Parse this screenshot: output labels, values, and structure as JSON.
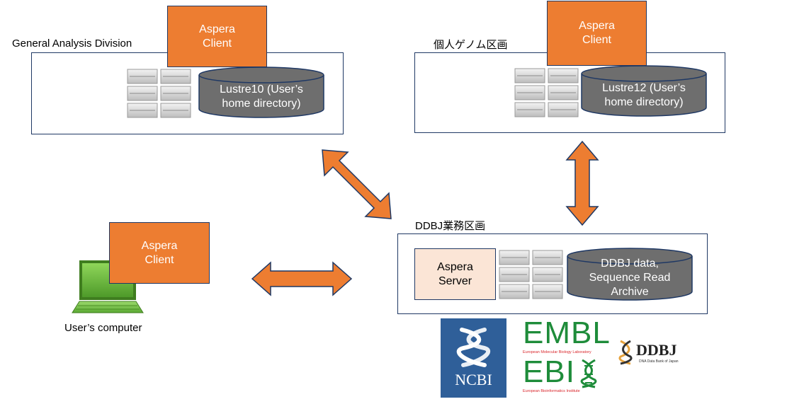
{
  "general_division": {
    "label": "General Analysis Division",
    "aspera_line1": "Aspera",
    "aspera_line2": "Client",
    "storage_line1": "Lustre10 (User’s",
    "storage_line2": "home directory)"
  },
  "personal_genome": {
    "label": "個人ゲノム区画",
    "aspera_line1": "Aspera",
    "aspera_line2": "Client",
    "storage_line1": "Lustre12 (User’s",
    "storage_line2": "home directory)"
  },
  "ddbj_division": {
    "label": "DDBJ業務区画",
    "server_line1": "Aspera",
    "server_line2": "Server",
    "storage_line1": "DDBJ data,",
    "storage_line2": "Sequence Read",
    "storage_line3": "Archive"
  },
  "user_computer": {
    "aspera_line1": "Aspera",
    "aspera_line2": "Client",
    "caption": "User’s computer"
  },
  "logos": {
    "ncbi": "NCBI",
    "embl": "EMBL",
    "embl_sub": "European Molecular Biology Laboratory",
    "ebi": "EBI",
    "ebi_sub": "European Bioinformatics Institute",
    "ddbj": "DDBJ",
    "ddbj_sub": "DNA Data Bank of Japan"
  },
  "colors": {
    "aspera_orange": "#ed7d31",
    "box_border": "#1f3864",
    "server_fill": "#fbe5d6",
    "cylinder_gray": "#6e6e6e",
    "ncbi_blue": "#2f5f99",
    "embl_green": "#1e8c3a",
    "embl_red": "#d9262b",
    "laptop_green": "#6cbf3f"
  }
}
